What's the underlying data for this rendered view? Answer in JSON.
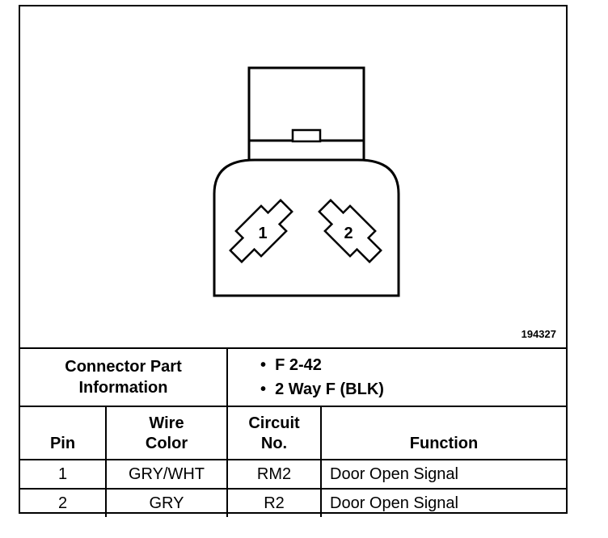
{
  "figure_id": "194327",
  "pins": [
    {
      "label": "1"
    },
    {
      "label": "2"
    }
  ],
  "connector_info": {
    "label": "Connector Part Information",
    "label_line1": "Connector Part",
    "label_line2": "Information",
    "items": [
      "F 2-42",
      "2 Way F (BLK)"
    ]
  },
  "table": {
    "headers": {
      "pin": "Pin",
      "wire_color_line1": "Wire",
      "wire_color_line2": "Color",
      "circuit_line1": "Circuit",
      "circuit_line2": "No.",
      "function": "Function"
    },
    "rows": [
      {
        "pin": "1",
        "wire_color": "GRY/WHT",
        "circuit": "RM2",
        "function": "Door Open Signal"
      },
      {
        "pin": "2",
        "wire_color": "GRY",
        "circuit": "R2",
        "function": "Door Open Signal"
      }
    ]
  }
}
